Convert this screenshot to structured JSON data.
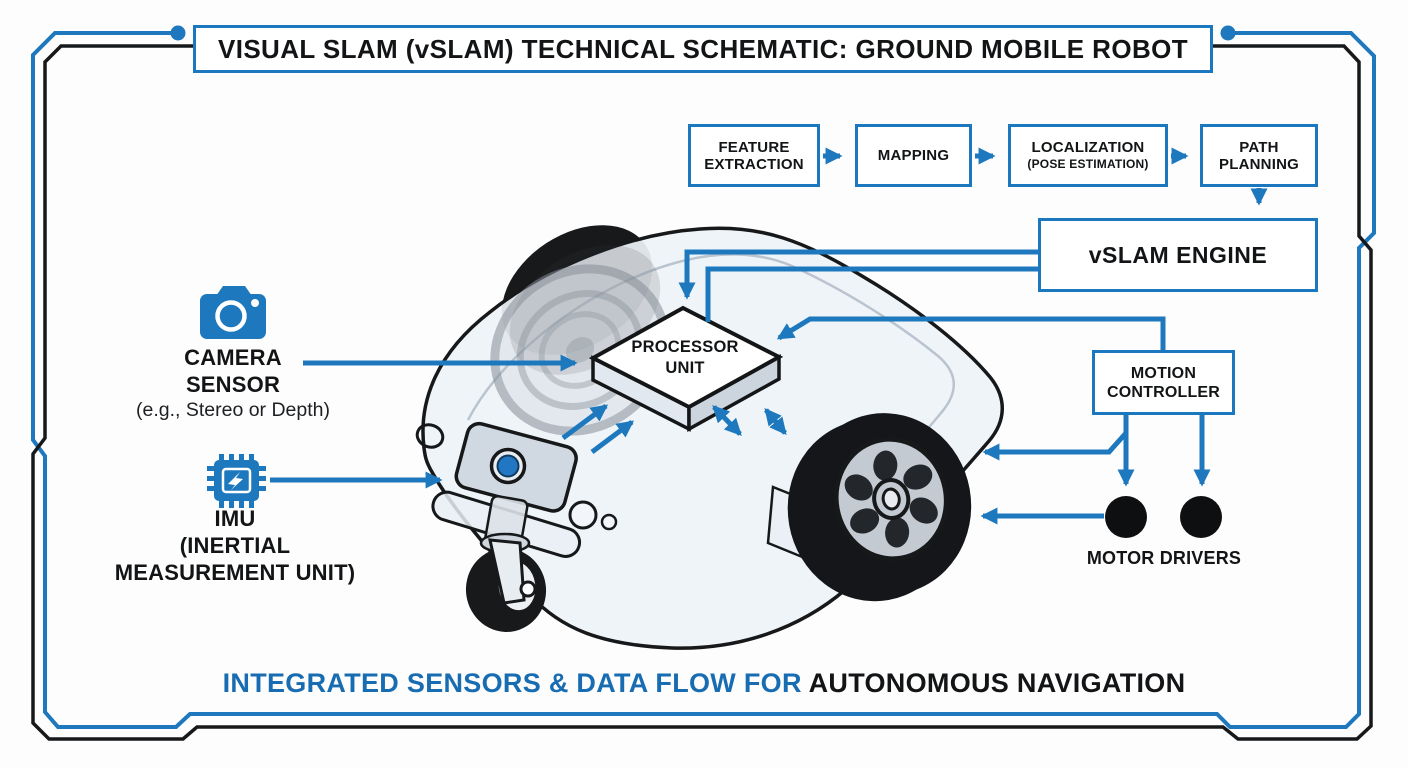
{
  "title": "VISUAL SLAM (vSLAM) TECHNICAL SCHEMATIC: GROUND MOBILE ROBOT",
  "pipeline": [
    {
      "line1": "FEATURE",
      "line2": "EXTRACTION"
    },
    {
      "line1": "MAPPING",
      "line2": ""
    },
    {
      "line1": "LOCALIZATION",
      "line2": "(POSE ESTIMATION)"
    },
    {
      "line1": "PATH",
      "line2": "PLANNING"
    }
  ],
  "vslam_engine": "vSLAM ENGINE",
  "processor": {
    "line1": "PROCESSOR",
    "line2": "UNIT"
  },
  "motion_controller": {
    "line1": "MOTION",
    "line2": "CONTROLLER"
  },
  "motor_drivers_label": "MOTOR DRIVERS",
  "camera": {
    "title1": "CAMERA",
    "title2": "SENSOR",
    "subtitle": "(e.g., Stereo or Depth)",
    "icon": "camera-icon"
  },
  "imu": {
    "title": "IMU",
    "sub1": "(INERTIAL",
    "sub2": "MEASUREMENT UNIT)",
    "icon": "chip-icon"
  },
  "caption": {
    "blue": "INTEGRATED SENSORS & DATA FLOW FOR",
    "black": "AUTONOMOUS NAVIGATION"
  },
  "colors": {
    "accent_blue": "#1d78bd",
    "caption_blue": "#186db2",
    "ink": "#121416",
    "robot_shell": "#eef3f8"
  }
}
